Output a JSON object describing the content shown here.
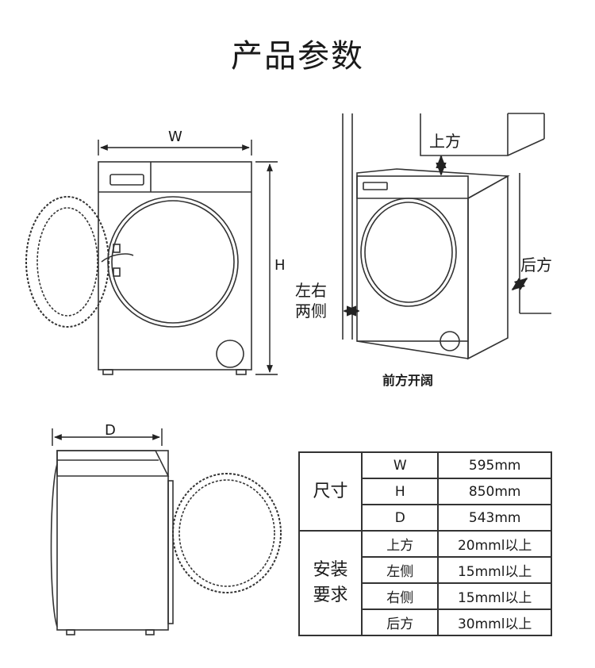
{
  "title": "产品参数",
  "diagram_labels": {
    "width": "W",
    "height": "H",
    "depth": "D",
    "top": "上方",
    "rear": "后方",
    "sides_line1": "左右",
    "sides_line2": "两侧",
    "front_open": "前方开阔"
  },
  "spec_table": {
    "groups": [
      {
        "name": "尺寸",
        "rows": [
          {
            "item": "W",
            "value": "595mm"
          },
          {
            "item": "H",
            "value": "850mm"
          },
          {
            "item": "D",
            "value": "543mm"
          }
        ]
      },
      {
        "name": "安装要求",
        "rows": [
          {
            "item": "上方",
            "value": "20mml以上"
          },
          {
            "item": "左侧",
            "value": "15mml以上"
          },
          {
            "item": "右侧",
            "value": "15mml以上"
          },
          {
            "item": "后方",
            "value": "30mml以上"
          }
        ]
      }
    ]
  }
}
